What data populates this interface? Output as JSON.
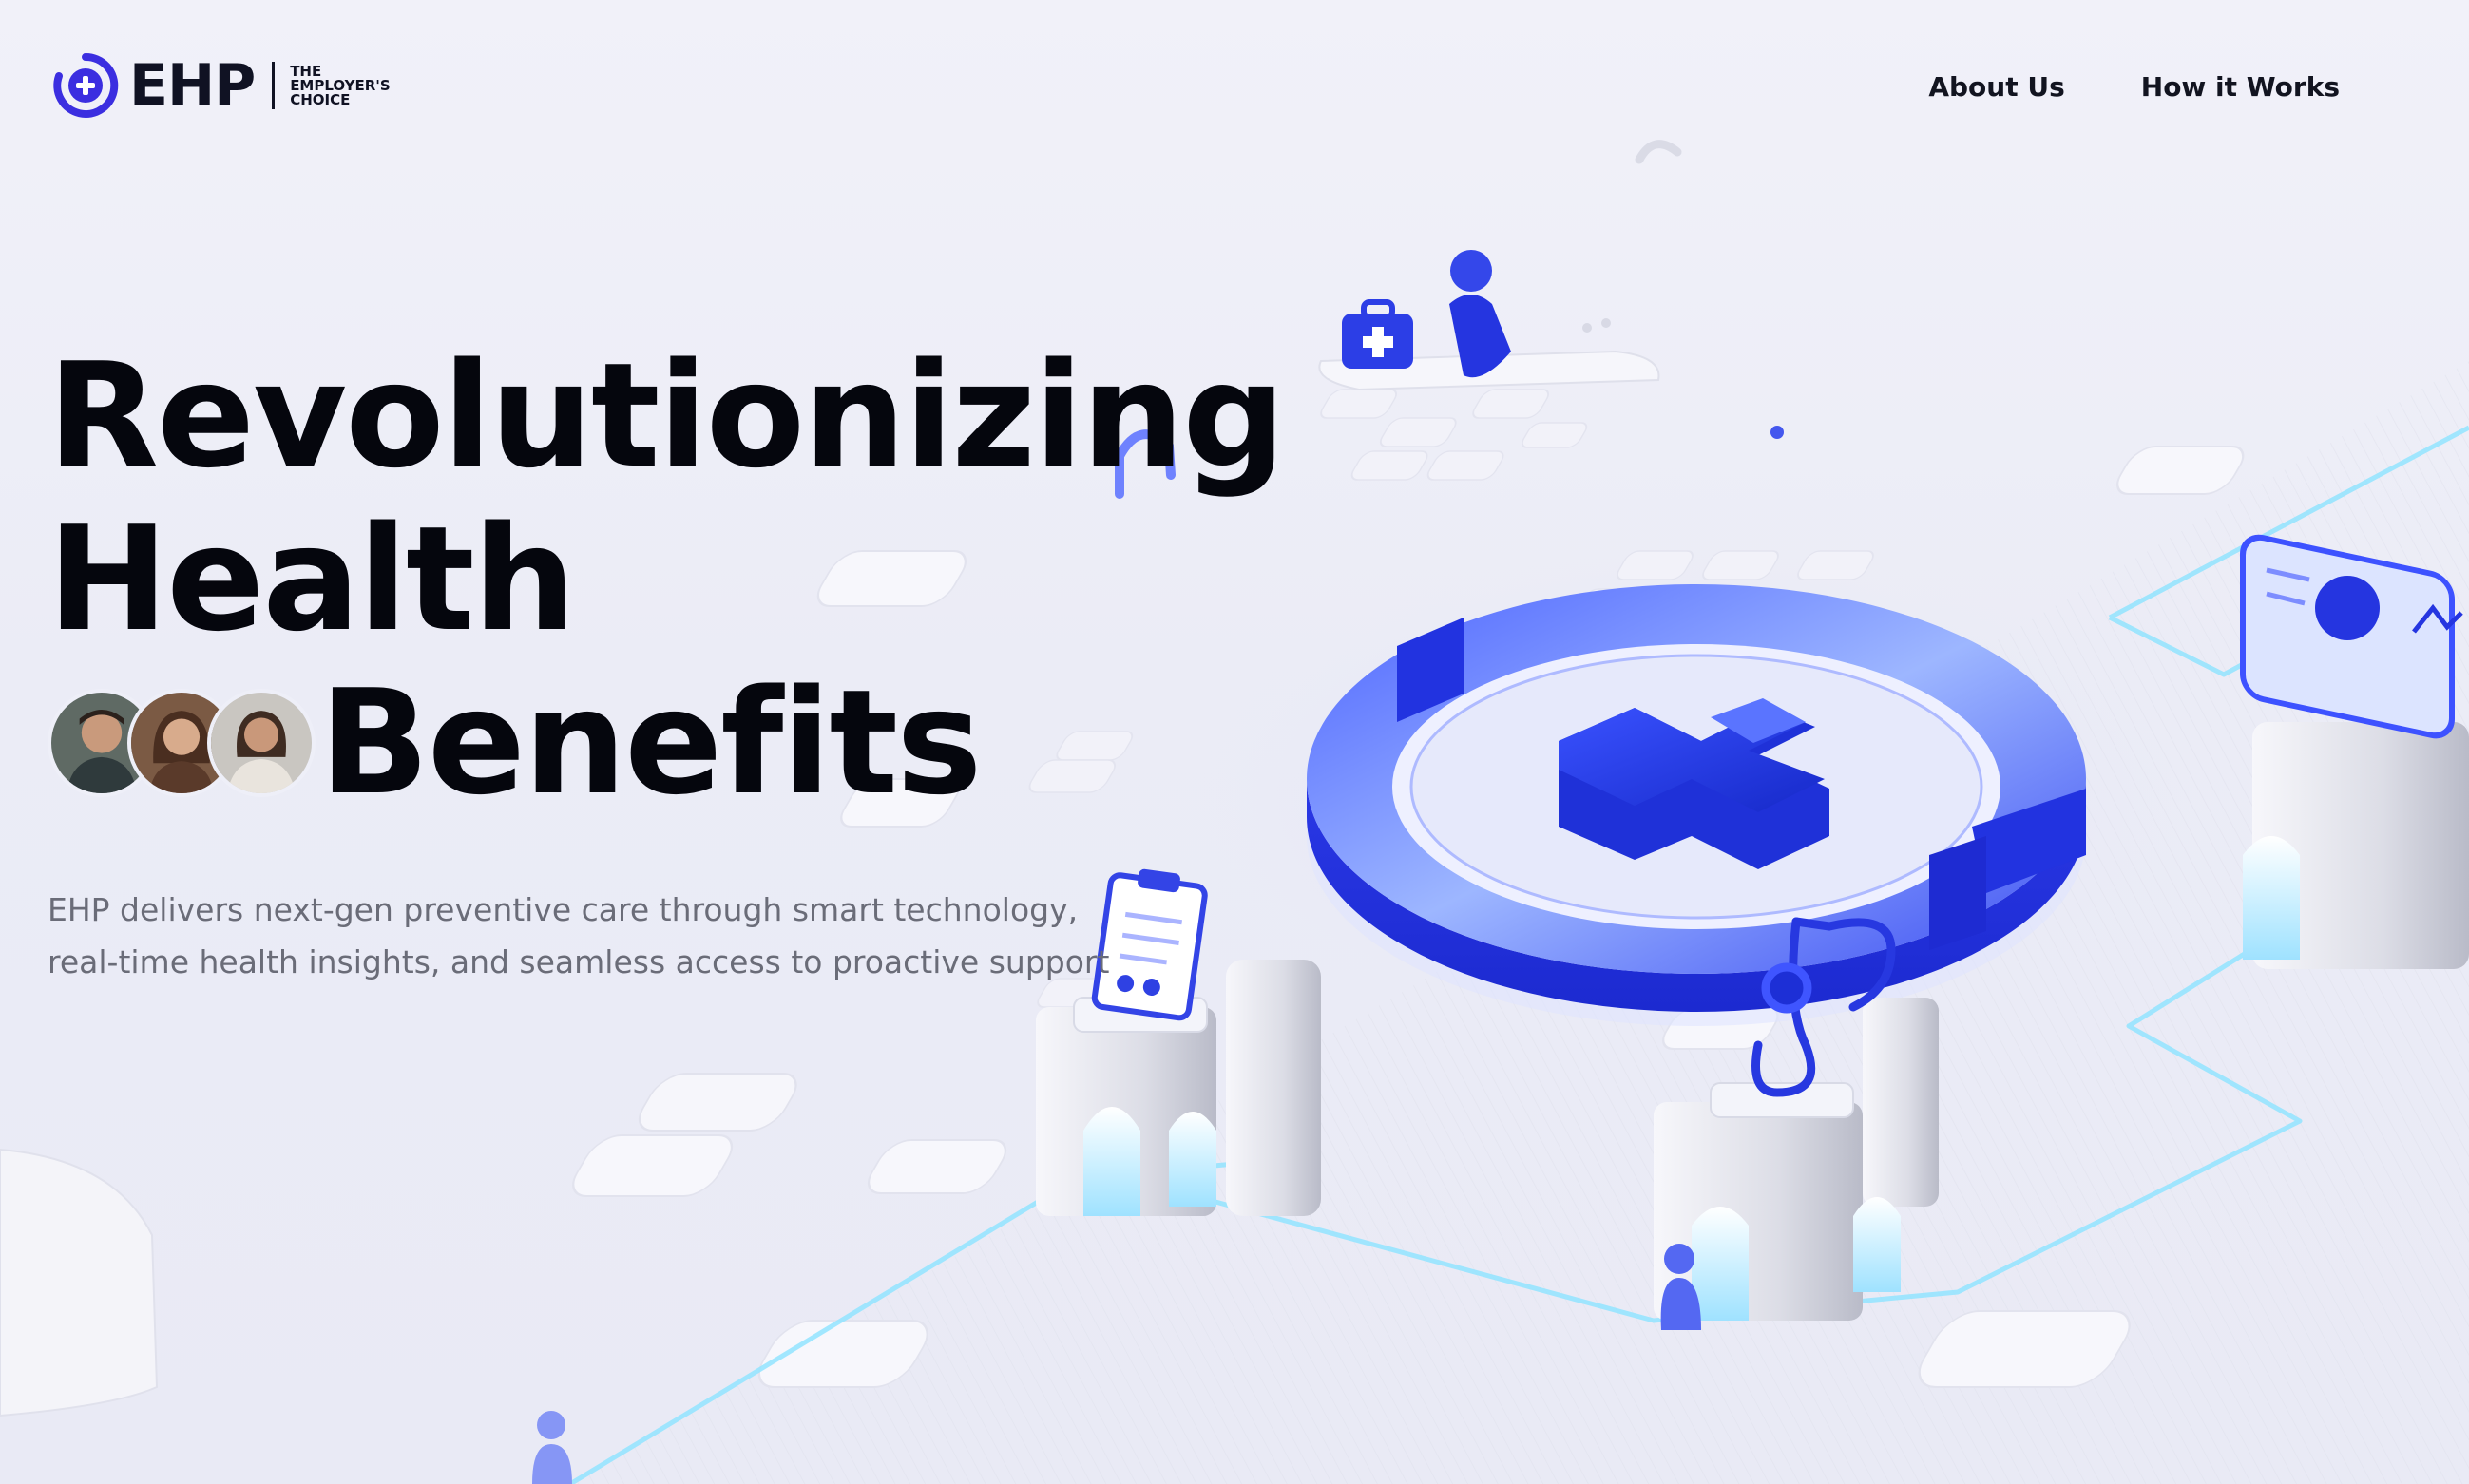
{
  "brand": {
    "name": "EHP",
    "tagline": [
      "THE",
      "EMPLOYER'S",
      "CHOICE"
    ],
    "accent_color": "#3b2ee0"
  },
  "nav": {
    "items": [
      {
        "label": "About Us"
      },
      {
        "label": "How it Works"
      }
    ]
  },
  "hero": {
    "title_line_1": "Revolutionizing",
    "title_line_2": "Health",
    "title_line_3": "Benefits",
    "description": "EHP delivers next-gen preventive care through smart technology, real-time health insights, and seamless access to proactive support"
  },
  "colors": {
    "background": "#ecedf7",
    "heading": "#05060d",
    "body_text": "#6a6c78",
    "illustration_blue": "#2b3ff0",
    "glow_cyan": "#8fe3ff"
  },
  "icons": [
    "plus-circle-icon",
    "medical-cross-icon",
    "stethoscope-icon",
    "medical-bag-icon",
    "clipboard-icon",
    "person-icon",
    "monitor-icon"
  ]
}
